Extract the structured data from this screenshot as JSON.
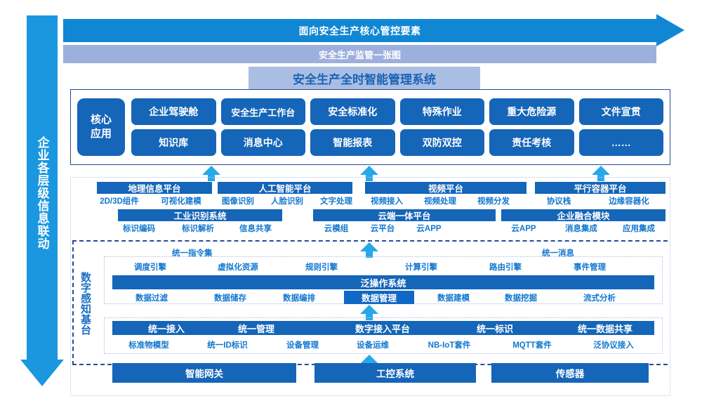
{
  "left_arrow": {
    "text": "企业各层级信息联动"
  },
  "banner": {
    "title": "面向安全生产核心管控要素",
    "band2": "安全生产监管一张图",
    "band3": "安全生产全时智能管理系统"
  },
  "core": {
    "label_line1": "核心",
    "label_line2": "应用",
    "items": [
      "企业驾驶舱",
      "安全生产工作台",
      "安全标准化",
      "特殊作业",
      "重大危险源",
      "文件宣贯",
      "知识库",
      "消息中心",
      "智能报表",
      "双防双控",
      "责任考核",
      "……"
    ]
  },
  "platform": {
    "groups": [
      {
        "title": "地理信息平台",
        "subs": [
          "2D/3D组件",
          "可视化建模"
        ]
      },
      {
        "title": "人工智能平台",
        "subs": [
          "图像识别",
          "人脸识别",
          "文字处理"
        ]
      },
      {
        "title": "视频平台",
        "subs": [
          "视频接入",
          "视频处理",
          "视频分发"
        ]
      },
      {
        "title": "平行容器平台",
        "subs": [
          "协议栈",
          "边缘容器化"
        ]
      },
      {
        "title": "工业识别系统",
        "subs": [
          "标识编码",
          "标识解析",
          "信息共享"
        ]
      },
      {
        "title": "云端一体平台",
        "subs": [
          "云模组",
          "云平台",
          "云APP"
        ]
      },
      {
        "title": "企业融合模块",
        "subs": [
          "云APP",
          "消息集成",
          "应用集成"
        ]
      }
    ]
  },
  "foundation": {
    "label": "数字感知基台",
    "bus_left": "统一指令集",
    "bus_right": "统一消息",
    "os_bar_title": "泛操作系统",
    "engines": [
      "调度引擎",
      "虚拟化资源",
      "规则引擎",
      "计算引擎",
      "路由引擎",
      "事件管理"
    ],
    "data_items": [
      "数据过滤",
      "数据储存",
      "数据编排",
      "数据管理",
      "数据建模",
      "数据挖掘",
      "流式分析"
    ],
    "data_highlight": "数据管理",
    "access_bar_words": [
      "统一接入",
      "统一管理",
      "数字接入平台",
      "统一标识",
      "统一数据共享"
    ],
    "access_items": [
      "标准物模型",
      "统一ID标识",
      "设备管理",
      "设备运维",
      "NB-IoT套件",
      "MQTT套件",
      "泛协议接入"
    ]
  },
  "bottom": {
    "items": [
      "智能网关",
      "工控系统",
      "传感器"
    ]
  },
  "colors": {
    "banner_blue": "#1187d4",
    "band2_blue": "#9dafdc",
    "band3_blue": "#aabde3",
    "box_blue": "#1565b8",
    "arrow_cyan": "#27a8e8",
    "text_blue": "#1177cf",
    "border_navy": "#2b4a94"
  }
}
